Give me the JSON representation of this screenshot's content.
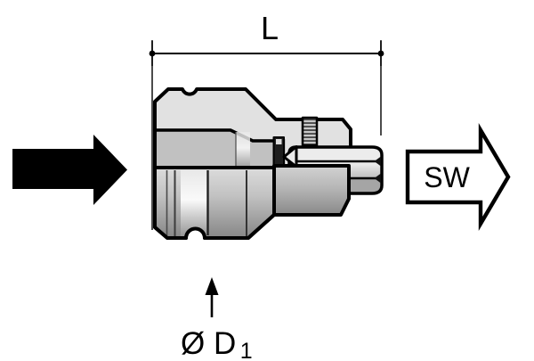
{
  "labels": {
    "length_dimension": "L",
    "wrench_size": "SW",
    "diameter_prefix": "Ø D",
    "diameter_subscript": "1"
  },
  "icons": {
    "flow_direction_arrow": "solid-black-right-block-arrow",
    "wrench_size_arrow": "outlined-white-right-block-arrow",
    "diameter_pointer_arrow": "thin-black-up-arrow",
    "dimension_endpoints": "filled-dot-with-tick"
  },
  "colors": {
    "background": "#ffffff",
    "line": "#000000",
    "text": "#000000",
    "body_light": "#e1e1e1",
    "body_medium": "#c1c1c1",
    "metal_dark": "#8a8a8a",
    "hex_top": "#ececec",
    "hex_bottom": "#a5a5a5"
  }
}
